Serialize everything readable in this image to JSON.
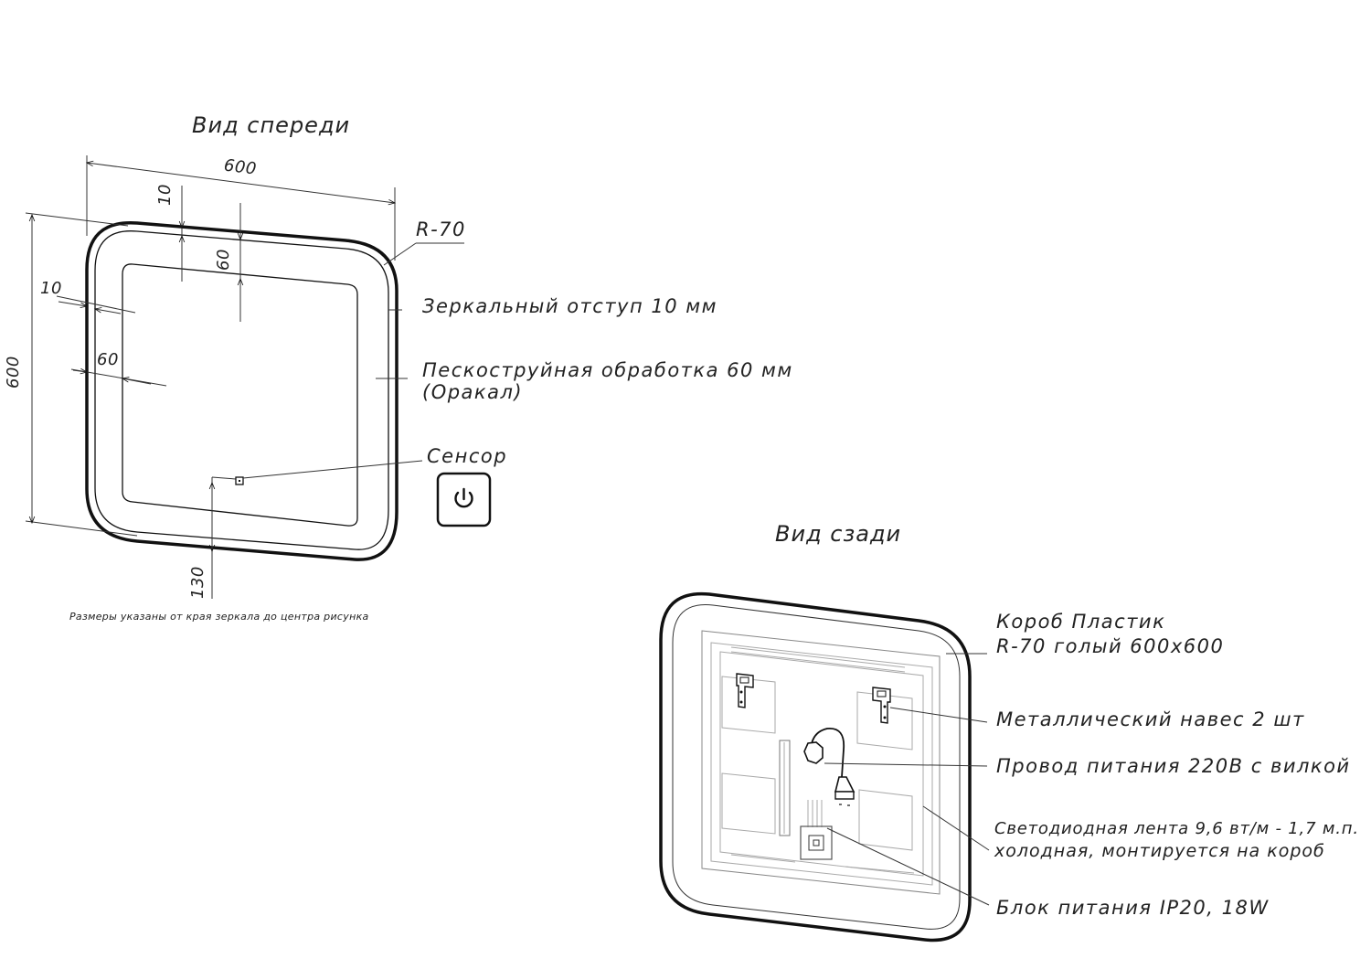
{
  "front_view": {
    "title": "Вид спереди",
    "dim_width": "600",
    "dim_height": "600",
    "dim_top_margin": "10",
    "dim_top_band": "60",
    "dim_left_margin": "10",
    "dim_left_band": "60",
    "dim_bottom_sensor": "130",
    "radius_label": "R-70",
    "callout_mirror_offset": "Зеркальный отступ 10 мм",
    "callout_sandblast_line1": "Пескоструйная обработка 60 мм",
    "callout_sandblast_line2": "(Оракал)",
    "callout_sensor": "Сенсор",
    "sensor_icon": "power-icon",
    "footnote": "Размеры указаны от края зеркала до центра рисунка"
  },
  "back_view": {
    "title": "Вид сзади",
    "callout_box_line1": "Короб Пластик",
    "callout_box_line2": "R-70 голый 600х600",
    "callout_hanger": "Металлический навес 2 шт",
    "callout_cable": "Провод питания 220В с вилкой",
    "callout_led_line1": "Светодиодная лента 9,6 вт/м - 1,7 м.п.",
    "callout_led_line2": "холодная, монтируется на короб",
    "callout_psu": "Блок питания IP20, 18W"
  }
}
